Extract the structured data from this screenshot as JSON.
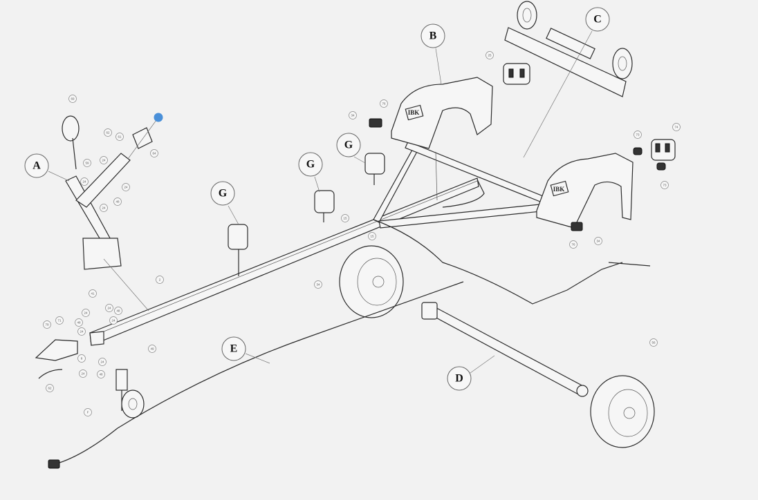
{
  "diagram": {
    "title": "Trailer exploded assembly drawing",
    "section_labels": [
      "A",
      "B",
      "C",
      "D",
      "E",
      "G",
      "G",
      "G"
    ],
    "part_callouts": [
      "69",
      "62",
      "61",
      "64",
      "59",
      "24",
      "24",
      "24",
      "48",
      "24",
      "2",
      "15",
      "15",
      "34",
      "76",
      "34",
      "25",
      "74",
      "73",
      "73",
      "76",
      "34",
      "56",
      "41",
      "24",
      "48",
      "24",
      "24",
      "48",
      "24",
      "79",
      "71",
      "8",
      "24",
      "24",
      "48",
      "49",
      "62",
      "F"
    ],
    "selection_marker_color": "#4a90d9",
    "fender_logo_text": "IBK"
  }
}
